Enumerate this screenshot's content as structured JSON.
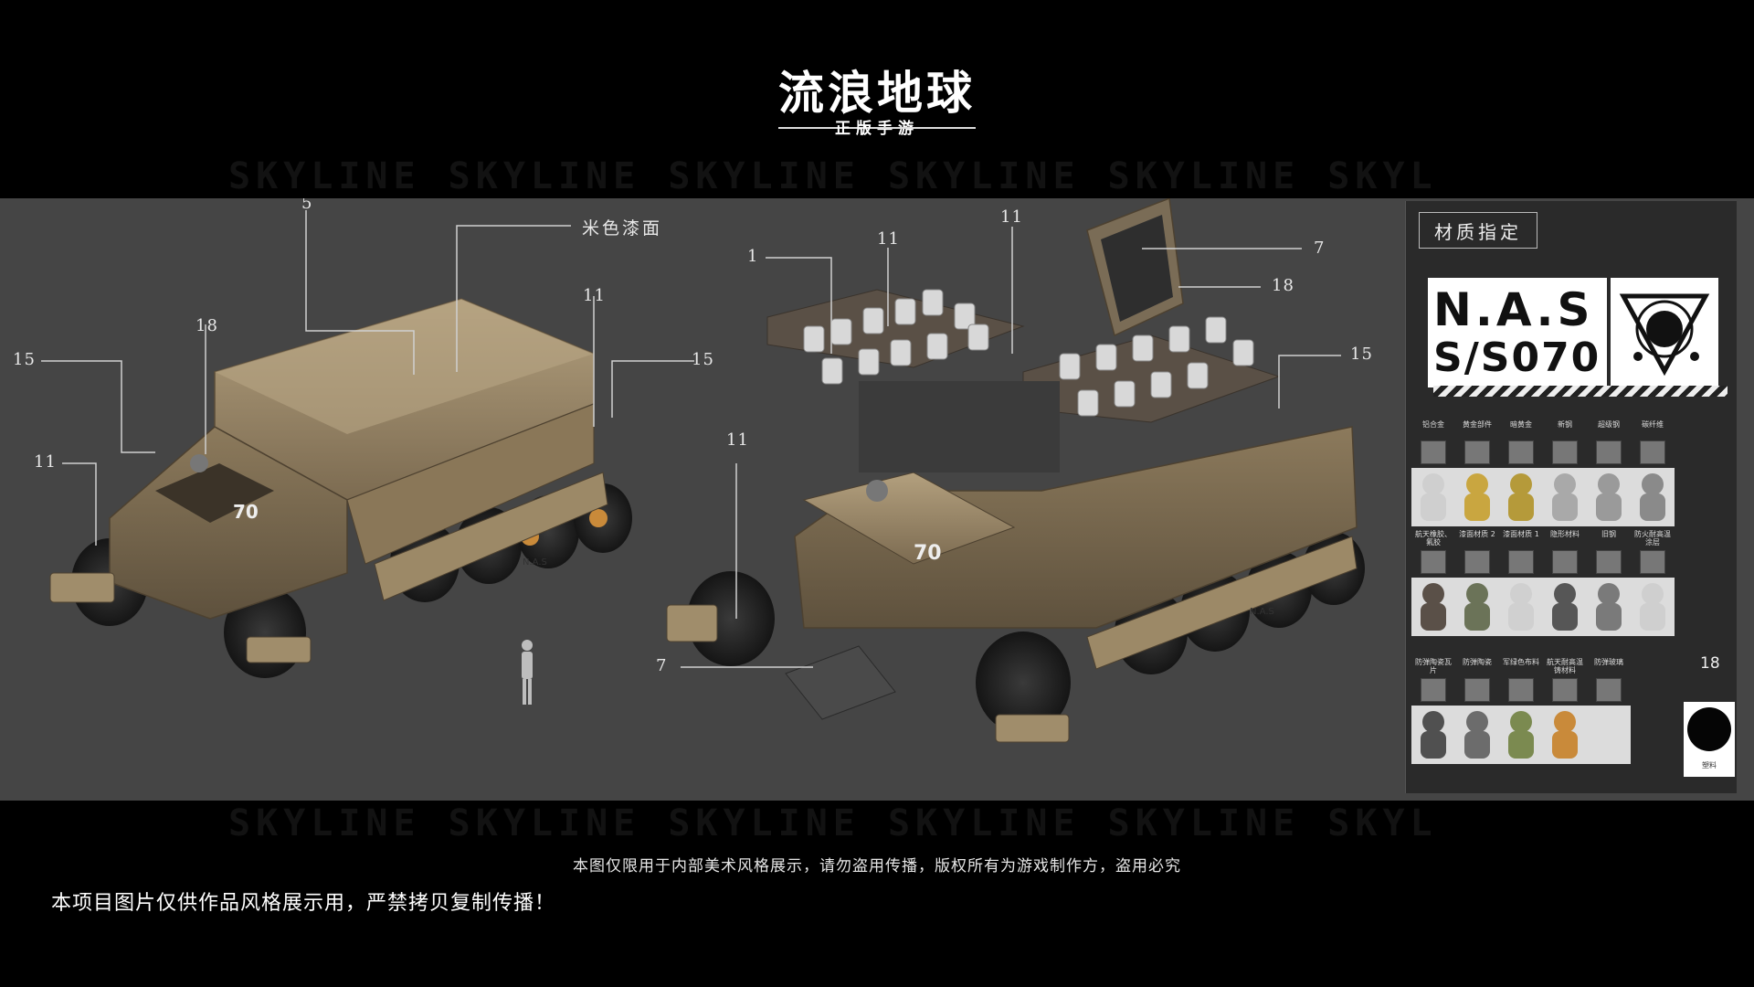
{
  "logo": {
    "title": "流浪地球",
    "subtitle": "正版手游"
  },
  "watermark": "SKYLINE SKYLINE SKYLINE SKYLINE SKYLINE SKYLINE SKYLINE SKYLINE SKYLINE SKYLINE SKYLINE SKYLINE SKYLINE",
  "vehicle_left": {
    "callouts": {
      "c5": "5",
      "paint": "米色漆面",
      "c18": "18",
      "c11_right": "11",
      "c15_left": "15",
      "c15_right": "15",
      "c11_left": "11"
    },
    "markings": {
      "number": "70",
      "brand": "N.A.S"
    }
  },
  "vehicle_right": {
    "callouts": {
      "c1": "1",
      "c11_a": "11",
      "c11_b": "11",
      "c7_top": "7",
      "c18": "18",
      "c15": "15",
      "c11_left": "11",
      "c7_bottom": "7"
    },
    "markings": {
      "number": "70",
      "brand": "N.A.S"
    }
  },
  "panel": {
    "title": "材质指定",
    "code_line1": "N.A.S",
    "code_line2": "S/S070",
    "emblem": "nas-emblem-icon",
    "big_swatch_label": "18",
    "big_swatch_name": "塑料",
    "row1": [
      "铝合金",
      "黄金部件",
      "暗黄金",
      "新钢",
      "超级钢",
      "碳纤维"
    ],
    "row2": [
      "航天橡胶、氟胶",
      "漆面材质 2",
      "漆面材质 1",
      "隐形材料",
      "旧钢",
      "防火耐高温涂层"
    ],
    "row3": [
      "防弹陶瓷瓦片",
      "防弹陶瓷",
      "军绿色布料",
      "航天耐高温铸材料",
      "防弹玻璃"
    ]
  },
  "footer": {
    "disclaimer_center": "本图仅限用于内部美术风格展示，请勿盗用传播，版权所有为游戏制作方，盗用必究",
    "disclaimer_left": "本项目图片仅供作品风格展示用，严禁拷贝复制传播！"
  },
  "colors": {
    "stage": "#454545",
    "vehicle_tan": "#9a8666",
    "panel": "#2a2a2a"
  }
}
